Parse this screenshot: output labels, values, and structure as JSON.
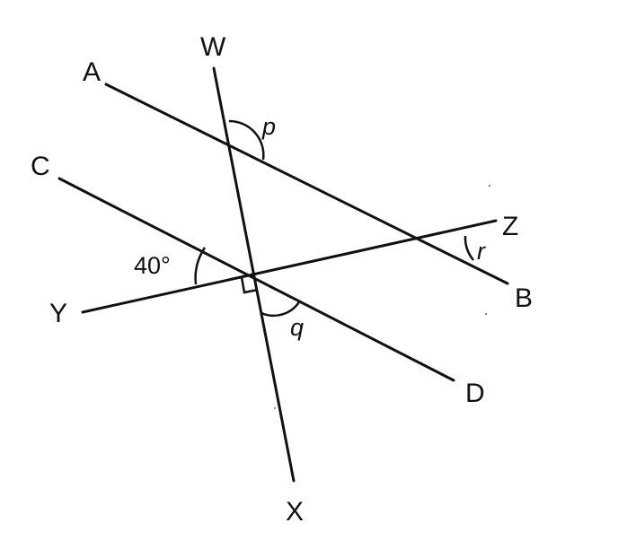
{
  "points": {
    "A": "A",
    "B": "B",
    "C": "C",
    "D": "D",
    "W": "W",
    "X": "X",
    "Y": "Y",
    "Z": "Z"
  },
  "angles": {
    "p": "p",
    "q": "q",
    "r": "r",
    "given": "40°"
  },
  "right_angle_at_intersection": true,
  "ink_color": "#111111"
}
